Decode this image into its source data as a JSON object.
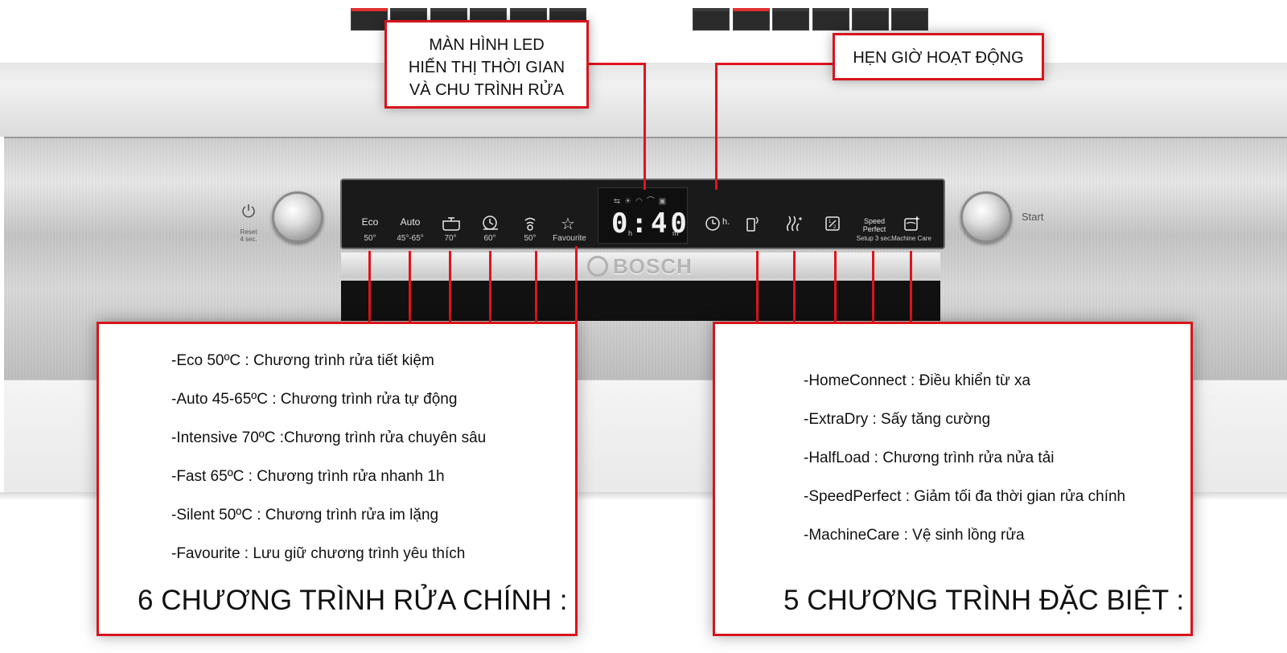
{
  "top_callouts": {
    "led_display": [
      "MÀN HÌNH LED",
      "HIỂN THỊ THỜI GIAN",
      "VÀ CHU TRÌNH RỬA"
    ],
    "timer": "HẸN GIỜ HOẠT ĐỘNG"
  },
  "left_box": {
    "title": "6 CHƯƠNG TRÌNH RỬA CHÍNH :",
    "items": [
      "-Eco 50ºC : Chương trình rửa tiết kiệm",
      "-Auto 45-65ºC : Chương trình rửa tự động",
      "-Intensive 70ºC :Chương trình rửa chuyên sâu",
      "-Fast 65ºC  : Chương trình rửa nhanh 1h",
      "-Silent 50ºC  : Chương trình rửa im lặng",
      "-Favourite : Lưu giữ chương trình yêu thích"
    ]
  },
  "right_box": {
    "title": "5 CHƯƠNG TRÌNH ĐẶC BIỆT :",
    "items": [
      "-HomeConnect : Điều khiển từ xa",
      "-ExtraDry : Sấy tăng cường",
      "-HalfLoad : Chương trình rửa nửa tải",
      "-SpeedPerfect : Giảm tối đa thời gian rửa chính",
      "-MachineCare : Vệ sinh lồng rửa"
    ]
  },
  "panel": {
    "reset_label": [
      "Reset",
      "4 sec."
    ],
    "start_label": "Start",
    "brand": "BOSCH",
    "display_time": "0:40",
    "display_h": "h",
    "display_m": "m",
    "programs": [
      {
        "label": "Eco",
        "temp": "50°"
      },
      {
        "label": "Auto",
        "temp": "45°-65°"
      },
      {
        "label": "",
        "temp": "70°",
        "icon": "pot-icon"
      },
      {
        "label": "",
        "temp": "60°",
        "icon": "fast-clock-icon"
      },
      {
        "label": "",
        "temp": "50°",
        "icon": "silent-icon"
      },
      {
        "label": "",
        "temp": "Favourite",
        "icon": "star-icon"
      }
    ],
    "specials": [
      {
        "icon": "timer-icon",
        "label": "h."
      },
      {
        "icon": "remote-icon",
        "label": ""
      },
      {
        "icon": "extradry-icon",
        "label": ""
      },
      {
        "icon": "halfload-icon",
        "label": ""
      },
      {
        "icon": "speedperfect-icon",
        "label": "Speed Perfect",
        "sub": "Setup 3 sec."
      },
      {
        "icon": "machinecare-icon",
        "label": "",
        "sub": "Machine Care"
      }
    ],
    "accent_color": "#d7151c"
  }
}
